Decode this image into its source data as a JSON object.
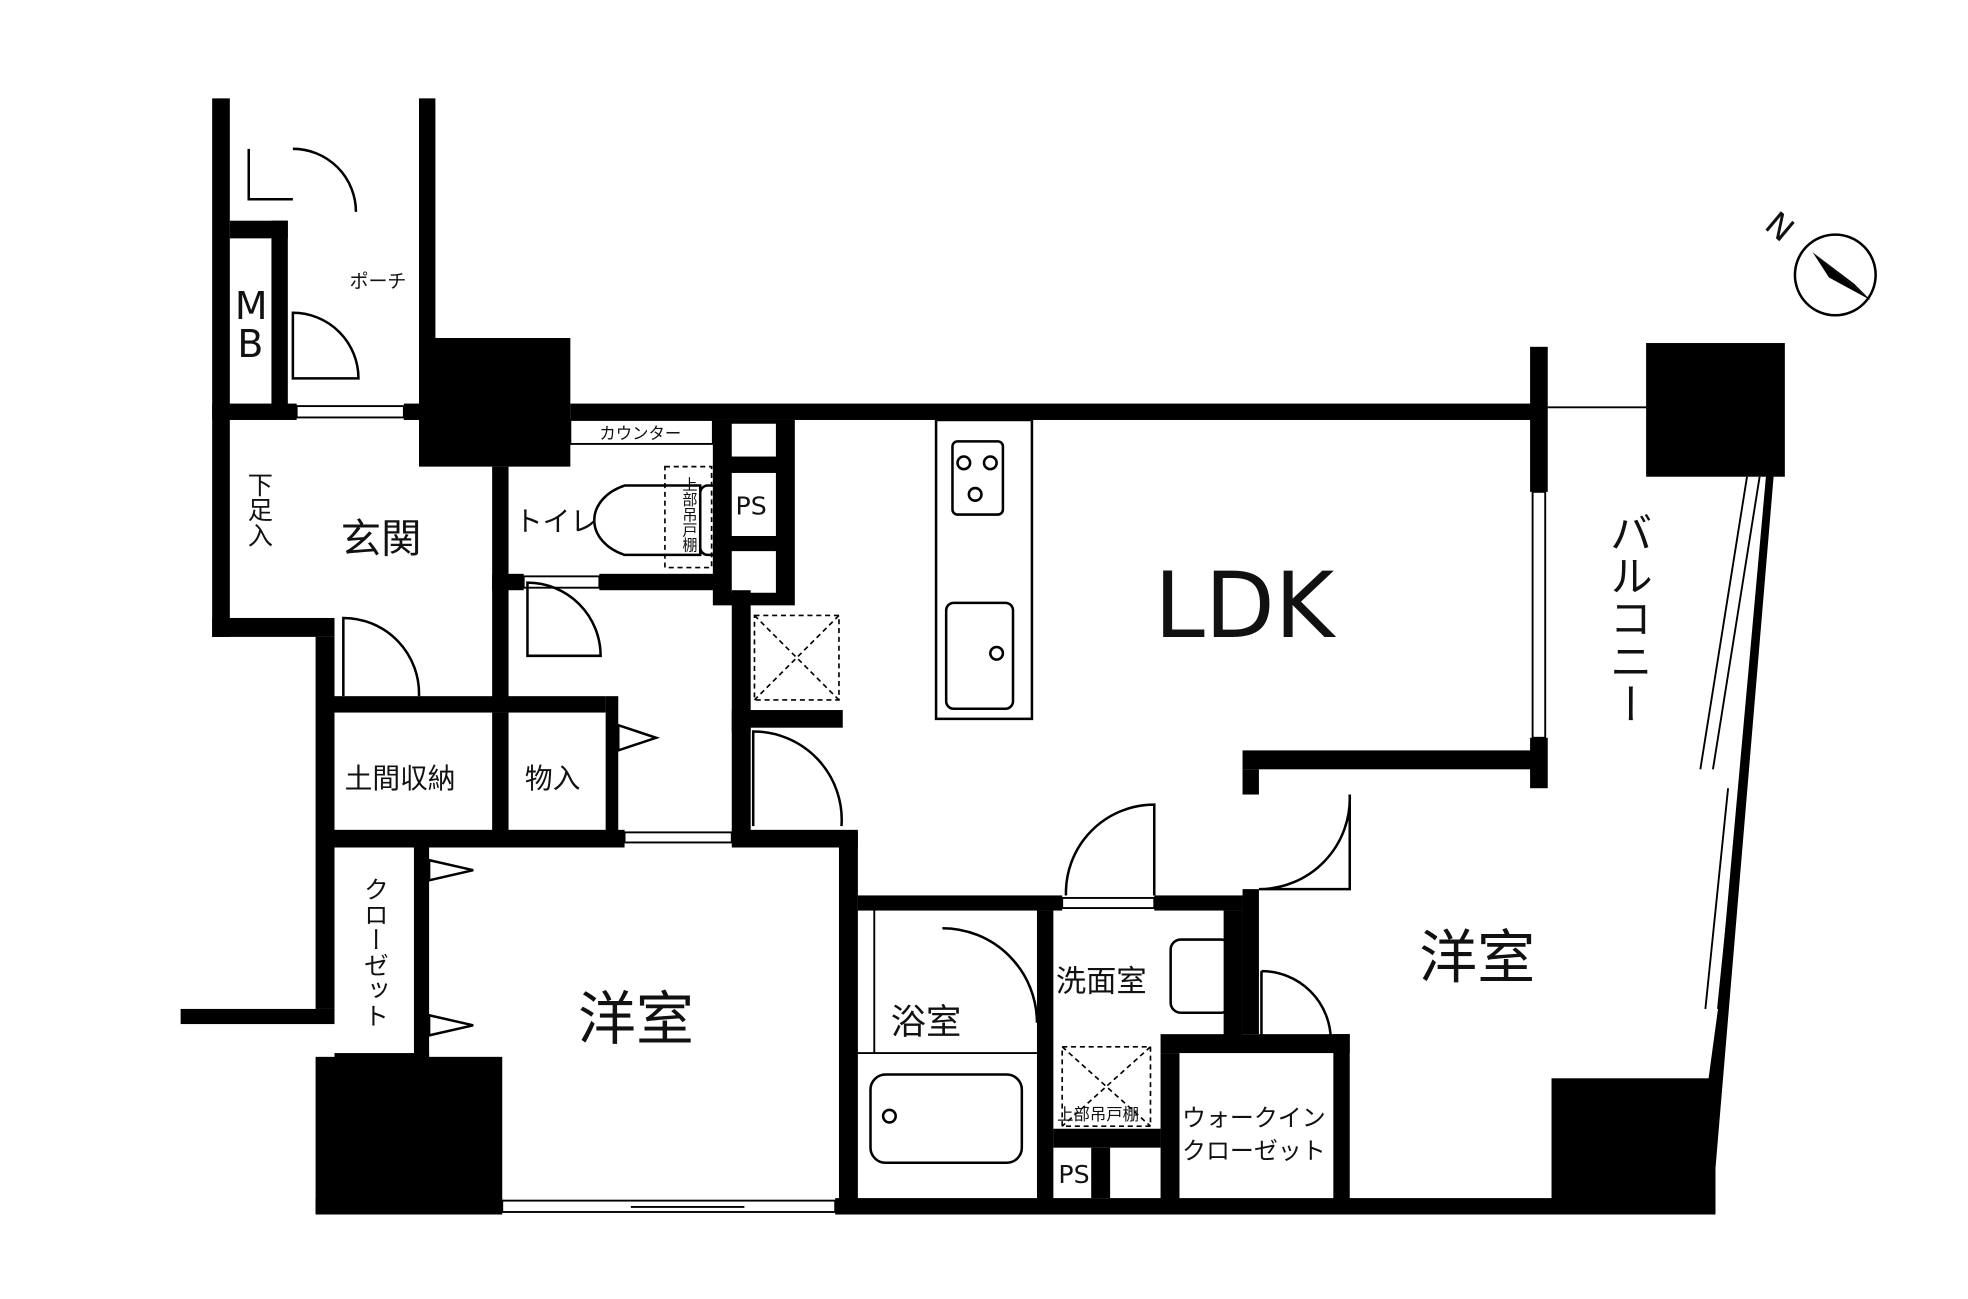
{
  "plan": {
    "rooms": {
      "porch": "ポーチ",
      "mb_m": "M",
      "mb_b": "B",
      "shoe_box": "下足入",
      "entrance": "玄関",
      "counter": "カウンター",
      "toilet": "トイレ",
      "upper_cabinet_toilet": "上部吊戸棚",
      "ps_top": "PS",
      "ldk": "LDK",
      "balcony": "バルコニー",
      "earth_storage": "土間収納",
      "storage": "物入",
      "closet": "クローゼット",
      "western_room_1": "洋室",
      "bathroom": "浴室",
      "washroom": "洗面室",
      "upper_cabinet_wash": "上部吊戸棚",
      "ps_bottom": "PS",
      "wic_line1": "ウォークイン",
      "wic_line2": "クローゼット",
      "western_room_2": "洋室"
    },
    "compass": {
      "label": "N"
    }
  }
}
